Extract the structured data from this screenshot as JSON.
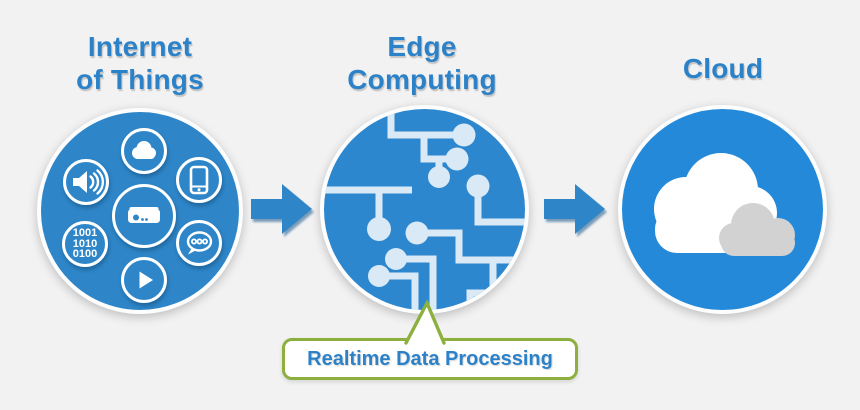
{
  "titles": {
    "iot_line1": "Internet",
    "iot_line2": "of Things",
    "edge_line1": "Edge",
    "edge_line2": "Computing",
    "cloud": "Cloud"
  },
  "callout": {
    "label": "Realtime Data Processing"
  },
  "iot": {
    "icons": [
      "cloud-icon",
      "speaker-icon",
      "smartphone-icon",
      "router-icon",
      "binary-code-icon",
      "chat-bubble-icon",
      "play-icon"
    ],
    "binary": {
      "line1": "1001",
      "line2": "1010",
      "line3": "0100"
    }
  },
  "edge": {
    "pattern": "circuit-traces-with-nodes"
  },
  "cloud_circle": {
    "icons": [
      "big-white-cloud",
      "small-gray-cloud"
    ]
  },
  "arrows": [
    "arrow-iot-to-edge",
    "arrow-edge-to-cloud"
  ],
  "colors": {
    "background": "#F2F2F3",
    "circle_blue": "#2E86C8",
    "cloud_circle_blue": "#2389D8",
    "title_blue": "#2C82C9",
    "circuit_pale_blue": "#D9E9F6",
    "callout_green": "#8CAF3E",
    "gray_cloud": "#D2D2D2",
    "icon_white": "#FFFFFF"
  }
}
